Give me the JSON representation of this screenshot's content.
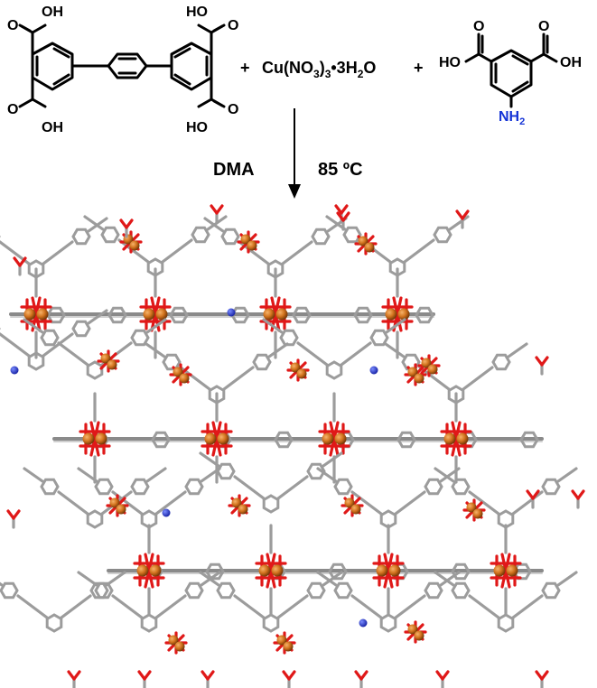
{
  "reactants": {
    "biphenyl_linker": {
      "top_left_group": "OH",
      "bottom_left_group": "OH",
      "top_right_group": "HO",
      "bottom_right_group": "HO",
      "oxygen": "O"
    },
    "plus_1": "+",
    "copper_salt": {
      "prefix": "Cu(NO",
      "sub3": "3",
      "mid": ")",
      "sub_count": "3",
      "hydrate": "•3H",
      "sub2": "2",
      "suffix": "O"
    },
    "plus_2": "+",
    "amino_linker": {
      "left_group": "HO",
      "right_group": "OH",
      "oxygen": "O",
      "amine": "NH",
      "amine_sub": "2",
      "amine_color": "#1433d6"
    }
  },
  "conditions": {
    "solvent": "DMA",
    "temperature": "85 ºC"
  },
  "framework_colors": {
    "copper": "#d2731e",
    "oxygen": "#e01818",
    "carbon": "#9c9c9c",
    "nitrogen": "#1f2fd0"
  }
}
